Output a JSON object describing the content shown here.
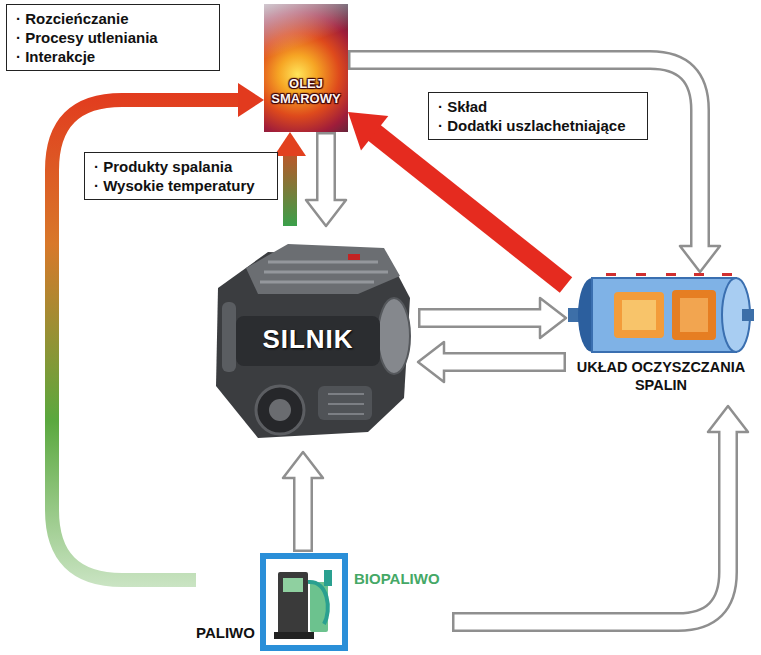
{
  "diagram": {
    "nodes": [
      {
        "text": [
          "· Rozcieńczanie",
          "· Procesy utleniania",
          "· Interakcje"
        ]
      },
      {
        "text": [
          "OLEJ SMAROWY"
        ]
      },
      {
        "text": [
          "· Skład",
          "· Dodatki uszlachetniające"
        ]
      },
      {
        "text": [
          "· Produkty spalania",
          "· Wysokie temperatury"
        ]
      },
      {
        "text": [
          "SILNIK"
        ]
      },
      {
        "text": [
          "UKŁAD OCZYSZCZANIA SPALIN"
        ]
      },
      {
        "text": [
          "BIOPALIWO",
          "PALIWO"
        ]
      }
    ],
    "edges": [
      {
        "from": 6,
        "to": 1,
        "arrow": "to"
      },
      {
        "from": 4,
        "to": 1,
        "arrow": "to"
      },
      {
        "from": 1,
        "to": 4,
        "arrow": "to"
      },
      {
        "from": 1,
        "to": 5,
        "arrow": "to"
      },
      {
        "from": 5,
        "to": 1,
        "arrow": "to"
      },
      {
        "from": 4,
        "to": 5,
        "arrow": "to"
      },
      {
        "from": 5,
        "to": 4,
        "arrow": "to"
      },
      {
        "from": 6,
        "to": 4,
        "arrow": "to"
      },
      {
        "from": 6,
        "to": 5,
        "arrow": "to"
      }
    ]
  }
}
